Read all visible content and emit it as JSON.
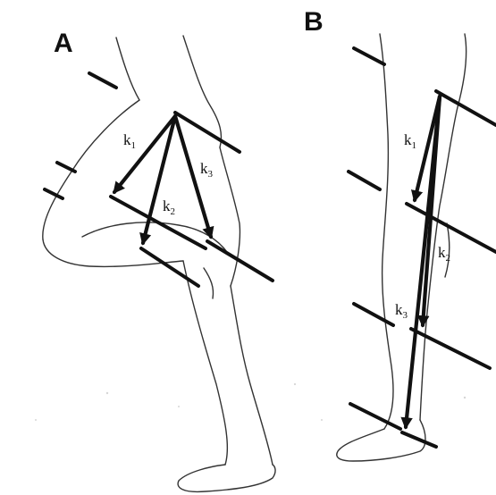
{
  "panels": {
    "a": {
      "label": "A",
      "arrows": [
        {
          "name": "k",
          "sub": "1"
        },
        {
          "name": "k",
          "sub": "2"
        },
        {
          "name": "k",
          "sub": "3"
        }
      ]
    },
    "b": {
      "label": "B",
      "arrows": [
        {
          "name": "k",
          "sub": "1"
        },
        {
          "name": "k",
          "sub": "2"
        },
        {
          "name": "k",
          "sub": "3"
        }
      ]
    }
  },
  "colors": {
    "ink": "#111111",
    "outline": "#333333",
    "background": "#ffffff"
  }
}
